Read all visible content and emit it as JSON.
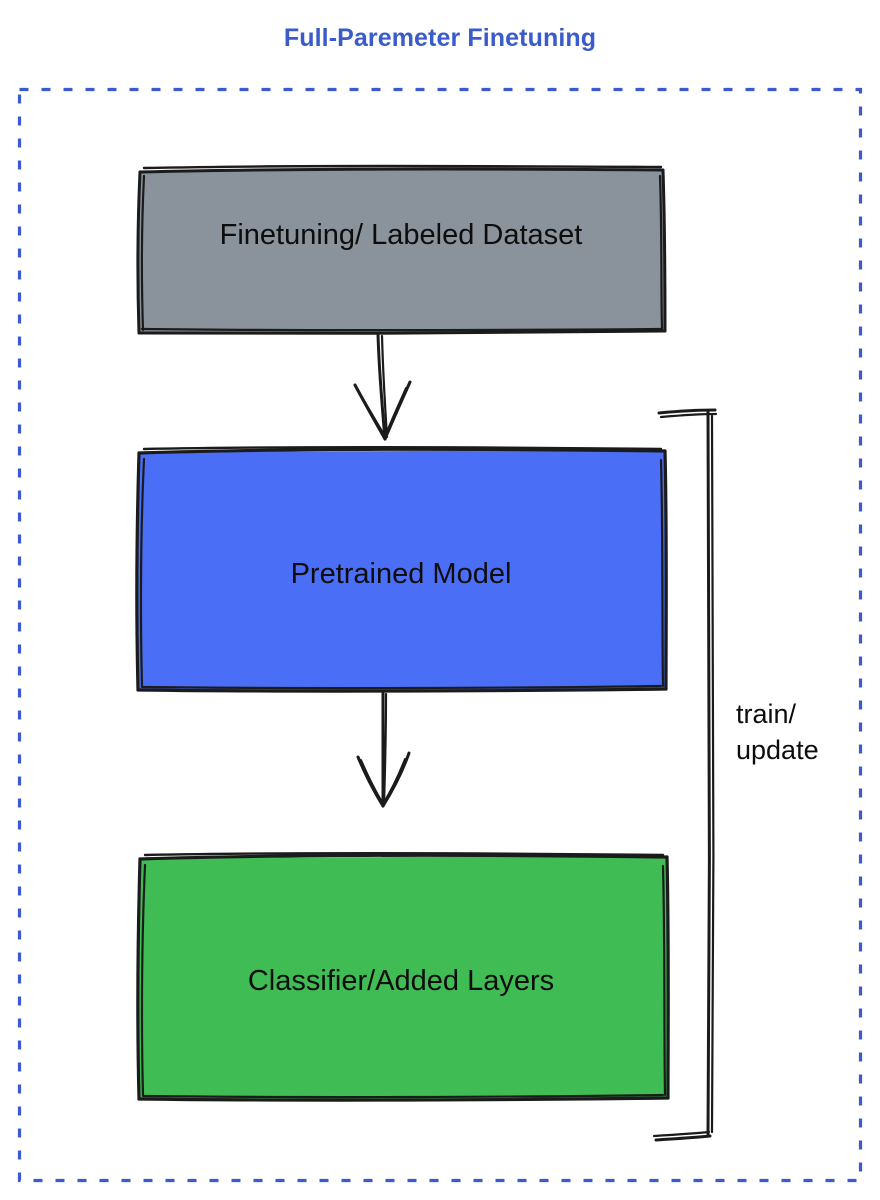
{
  "diagram": {
    "title": "Full-Paremeter Finetuning",
    "title_color": "#3b5bcc",
    "background": "#ffffff",
    "frame": {
      "name": "dashed-container",
      "style": "dashed",
      "color": "#3b5bcc"
    },
    "nodes": [
      {
        "id": "dataset",
        "label": "Finetuning/ Labeled Dataset",
        "fill": "#8a939c",
        "stroke": "#1b1b1b",
        "shape": "rectangle"
      },
      {
        "id": "pretrained",
        "label": "Pretrained Model",
        "fill": "#4a6ef5",
        "stroke": "#1b1b1b",
        "shape": "rectangle"
      },
      {
        "id": "classifier",
        "label": "Classifier/Added Layers",
        "fill": "#3fbc54",
        "stroke": "#1b1b1b",
        "shape": "rectangle"
      }
    ],
    "edges": [
      {
        "id": "dataset-to-pretrained",
        "from": "dataset",
        "to": "pretrained",
        "label": "",
        "style": "arrow-down"
      },
      {
        "id": "pretrained-to-classifier",
        "from": "pretrained",
        "to": "classifier",
        "label": "",
        "style": "arrow-down"
      },
      {
        "id": "feedback-bracket",
        "from": "classifier",
        "to": "pretrained",
        "label": "train/\nupdate",
        "style": "bracket"
      }
    ]
  }
}
